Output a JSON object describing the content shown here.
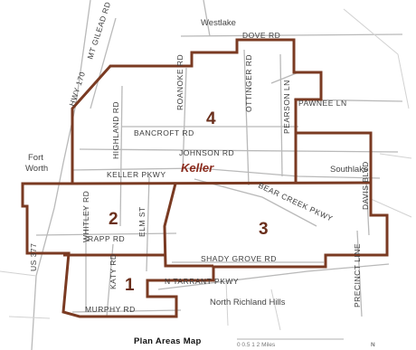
{
  "map": {
    "caption": "Plan Areas Map",
    "city": "Keller",
    "places": {
      "westlake": "Westlake",
      "fort_worth_1": "Fort",
      "fort_worth_2": "Worth",
      "southlake": "Southlake",
      "north_richland_hills": "North Richland Hills"
    },
    "areas": [
      {
        "number": "1"
      },
      {
        "number": "2"
      },
      {
        "number": "3"
      },
      {
        "number": "4"
      }
    ],
    "roads": {
      "dove_rd": "DOVE RD",
      "pearson_ln": "PEARSON LN",
      "pawnee_ln": "PAWNEE LN",
      "bancroft_rd": "BANCROFT RD",
      "johnson_rd": "JOHNSON RD",
      "keller_pkwy": "KELLER PKWY",
      "bear_creek_pkwy": "BEAR CREEK PKWY",
      "rapp_rd": "RAPP RD",
      "shady_grove_rd": "SHADY GROVE RD",
      "mt_gilead_rd": "MT GILEAD RD",
      "ottinger_rd": "OTTINGER RD",
      "roanoke_rd": "ROANOKE RD",
      "highland_rd": "HIGHLAND RD",
      "elm_st": "ELM ST",
      "katy_rd": "KATY RD",
      "whitley_rd": "WHITLEY RD",
      "us_377": "US 377",
      "davis_blvd": "DAVIS BLVD",
      "precinct_line": "PRECINCT LINE",
      "murphy_rd": "MURPHY RD",
      "n_tarrant_pkwy": "N TARRANT PKWY",
      "hwy_170": "HWY 170"
    },
    "scale_text": "0     0.5     1     2 Miles",
    "north": "N",
    "colors": {
      "boundary": "#7a3a22",
      "area_label": "#6a2f1c",
      "city_label": "#8a2a1c",
      "roads": "#b9b9b9"
    }
  }
}
